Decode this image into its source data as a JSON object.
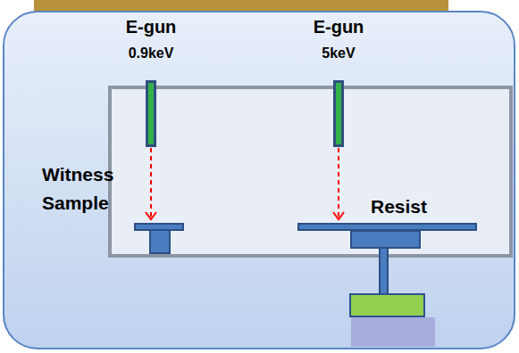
{
  "diagram": {
    "nodes": [
      {
        "text": [
          "E-gun",
          "0.9keV"
        ]
      },
      {
        "text": [
          "E-gun",
          "5keV"
        ]
      },
      {
        "text": [
          "Witness Sample"
        ]
      },
      {
        "text": [
          "Resist"
        ]
      }
    ],
    "edges": [
      {
        "from": 0,
        "to": 2,
        "arrow": "to"
      },
      {
        "from": 1,
        "to": 3,
        "arrow": "to"
      }
    ]
  }
}
